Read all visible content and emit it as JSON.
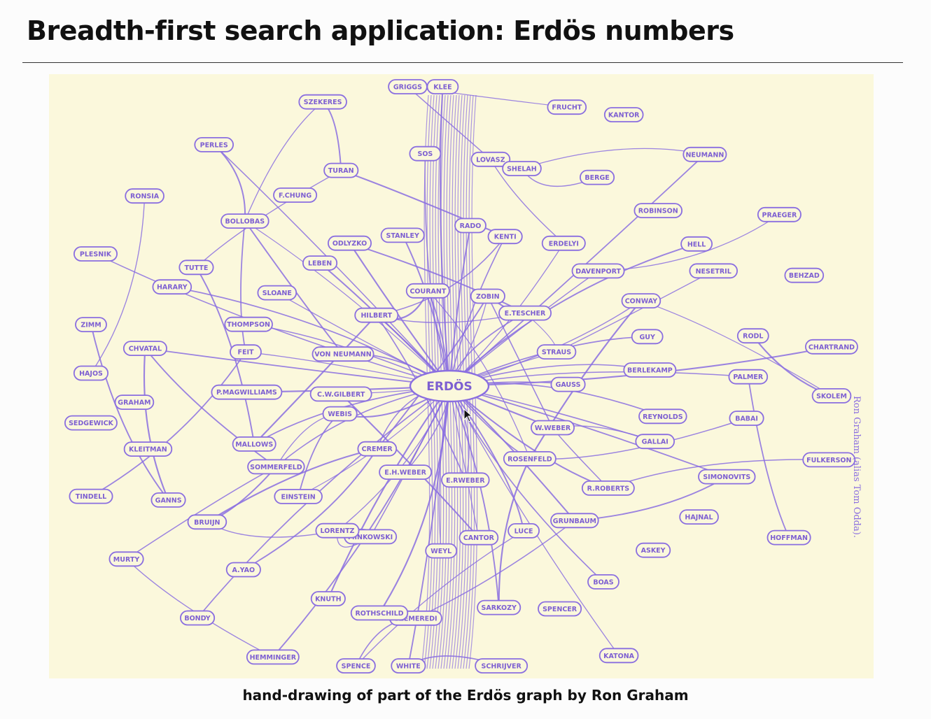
{
  "slide": {
    "title": "Breadth-first search application:  Erdös numbers",
    "caption": "hand-drawing of part of the Erdös graph by Ron Graham",
    "side_note": "Ron Graham (alias Tom Odda).",
    "accent_color": "#8a6ee0",
    "paper_color": "#fbf8dc"
  },
  "graph": {
    "center": "ERDÖS",
    "nodes": [
      "GAUSS",
      "W.WEBER",
      "ROSENFELD",
      "E.RWEBER",
      "E.H.WEBER",
      "CREMER",
      "WEBIS",
      "C.W.GILBERT",
      "VON NEUMANN",
      "HILBERT",
      "COURANT",
      "ZOBIN",
      "E.TESCHER",
      "STRAUS",
      "GALLAI",
      "R.ROBERTS",
      "GRUNBAUM",
      "LUCE",
      "CANTOR",
      "WEYL",
      "MINKOWSKI",
      "LORENTZ",
      "EINSTEIN",
      "SOMMERFELD",
      "MALLOWS",
      "P.MAGWILLIAMS",
      "FEIT",
      "THOMPSON",
      "SLOANE",
      "LEBEN",
      "ODLYZKO",
      "STANLEY",
      "RADO",
      "KENTI",
      "ERDELYI",
      "DAVENPORT",
      "CONWAY",
      "GUY",
      "BERLEKAMP",
      "REYNOLDS",
      "ASKEY",
      "BOAS",
      "SPENCER",
      "SARKOZY",
      "SZEMEREDI",
      "ROTHSCHILD",
      "KNUTH",
      "A.YAO",
      "BRUIJN",
      "GANNS",
      "KLEITMAN",
      "GRAHAM",
      "CHVATAL",
      "HARARY",
      "TUTTE",
      "BOLLOBAS",
      "F.CHUNG",
      "TURAN",
      "SOS",
      "LOVASZ",
      "SHELAH",
      "BERGE",
      "ROBINSON",
      "HELL",
      "NESETRIL",
      "RODL",
      "PALMER",
      "BABAI",
      "SIMONOVITS",
      "HAJNAL",
      "KATONA",
      "SCHRIJVER",
      "WHITE",
      "SPENCE",
      "HEMMINGER",
      "BONDY",
      "MURTY",
      "TINDELL",
      "SEDGEWICK",
      "HAJOS",
      "ZIMM",
      "PLESNIK",
      "RONSIA",
      "PERLES",
      "SZEKERES",
      "GRIGGS",
      "KLEE",
      "FRUCHT",
      "KANTOR",
      "NEUMANN",
      "PRAEGER",
      "BEHZAD",
      "CHARTRAND",
      "SKOLEM",
      "FULKERSON",
      "HOFFMAN"
    ]
  }
}
